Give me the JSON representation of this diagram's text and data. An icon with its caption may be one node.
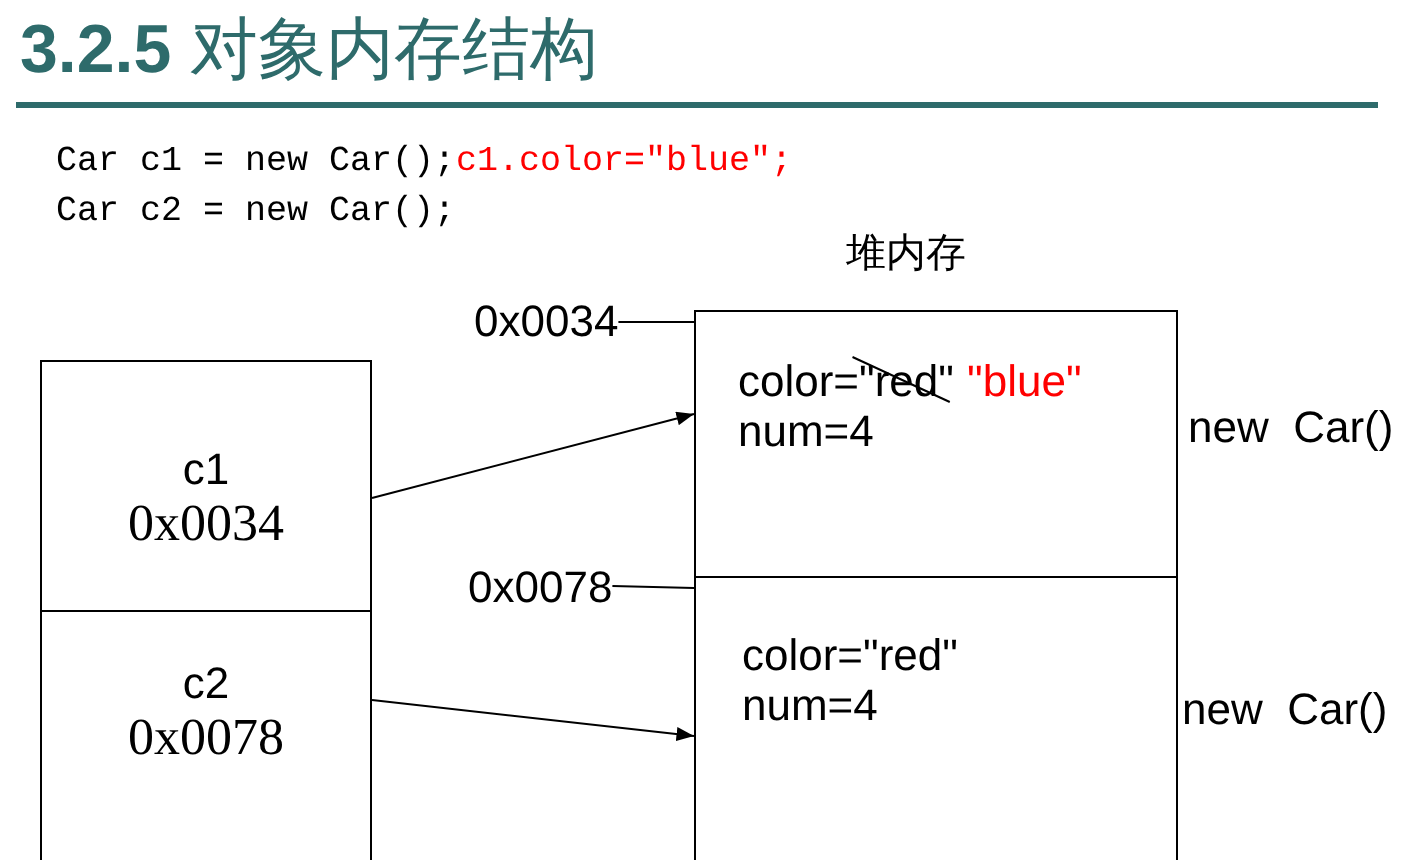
{
  "diagram": {
    "title": "**3.2.5** 对象内存结构",
    "nodes": [
      {
        "text": [
          "c1",
          "0x0034"
        ]
      },
      {
        "text": [
          "c2",
          "0x0078"
        ]
      },
      {
        "text": [
          "color=\"red\"",
          "\"blue\"",
          "num=4"
        ],
        "beside": [
          "new  Car()"
        ]
      },
      {
        "text": [
          "color=\"red\"",
          "num=4"
        ],
        "beside": [
          "new  Car()"
        ]
      },
      {
        "text": [
          "0x0034"
        ]
      },
      {
        "text": [
          "0x0078"
        ]
      }
    ],
    "edges": [
      {
        "from": 0,
        "to": 2,
        "arrow": "to"
      },
      {
        "from": 1,
        "to": 3,
        "arrow": "to"
      },
      {
        "from": 4,
        "to": 2,
        "arrow": "none"
      },
      {
        "from": 5,
        "to": 3,
        "arrow": "none"
      }
    ],
    "labels": [
      "Car c1 = new Car();",
      "c1.color=\"blue\";",
      "Car c2 = new Car();",
      "堆内存"
    ]
  }
}
